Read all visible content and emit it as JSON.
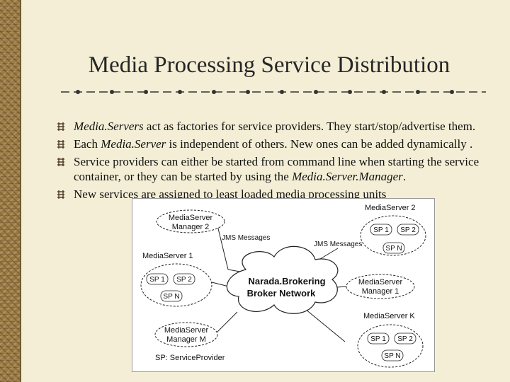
{
  "slide": {
    "title": "Media Processing Service Distribution",
    "bullets": [
      {
        "parts": [
          {
            "text": "Media.Servers",
            "italic": true
          },
          {
            "text": " act as factories for service providers. They start/stop/advertise them.",
            "italic": false
          }
        ]
      },
      {
        "parts": [
          {
            "text": "Each ",
            "italic": false
          },
          {
            "text": "Media.Server",
            "italic": true
          },
          {
            "text": " is independent of others. New ones can be added dynamically .",
            "italic": false
          }
        ]
      },
      {
        "parts": [
          {
            "text": "Service providers can either be started from command line when starting the service container, or they can be started by using the ",
            "italic": false
          },
          {
            "text": "Media.Server.Manager",
            "italic": true
          },
          {
            "text": ".",
            "italic": false
          }
        ]
      },
      {
        "parts": [
          {
            "text": "New services are assigned to least loaded media processing units",
            "italic": false
          }
        ]
      }
    ]
  },
  "diagram": {
    "cloud_line1": "Narada.Brokering",
    "cloud_line2": "Broker Network",
    "jms_label": "JMS Messages",
    "jms_label_2": "JMS Messages",
    "manager_2_line1": "MediaServer",
    "manager_2_line2": "Manager 2",
    "manager_m_line1": "MediaServer",
    "manager_m_line2": "Manager M",
    "manager_1_line1": "MediaServer",
    "manager_1_line2": "Manager 1",
    "server_1_title": "MediaServer 1",
    "server_2_title": "MediaServer 2",
    "server_k_title": "MediaServer K",
    "sp1": "SP 1",
    "sp2": "SP 2",
    "spn": "SP N",
    "legend": "SP: ServiceProvider"
  }
}
